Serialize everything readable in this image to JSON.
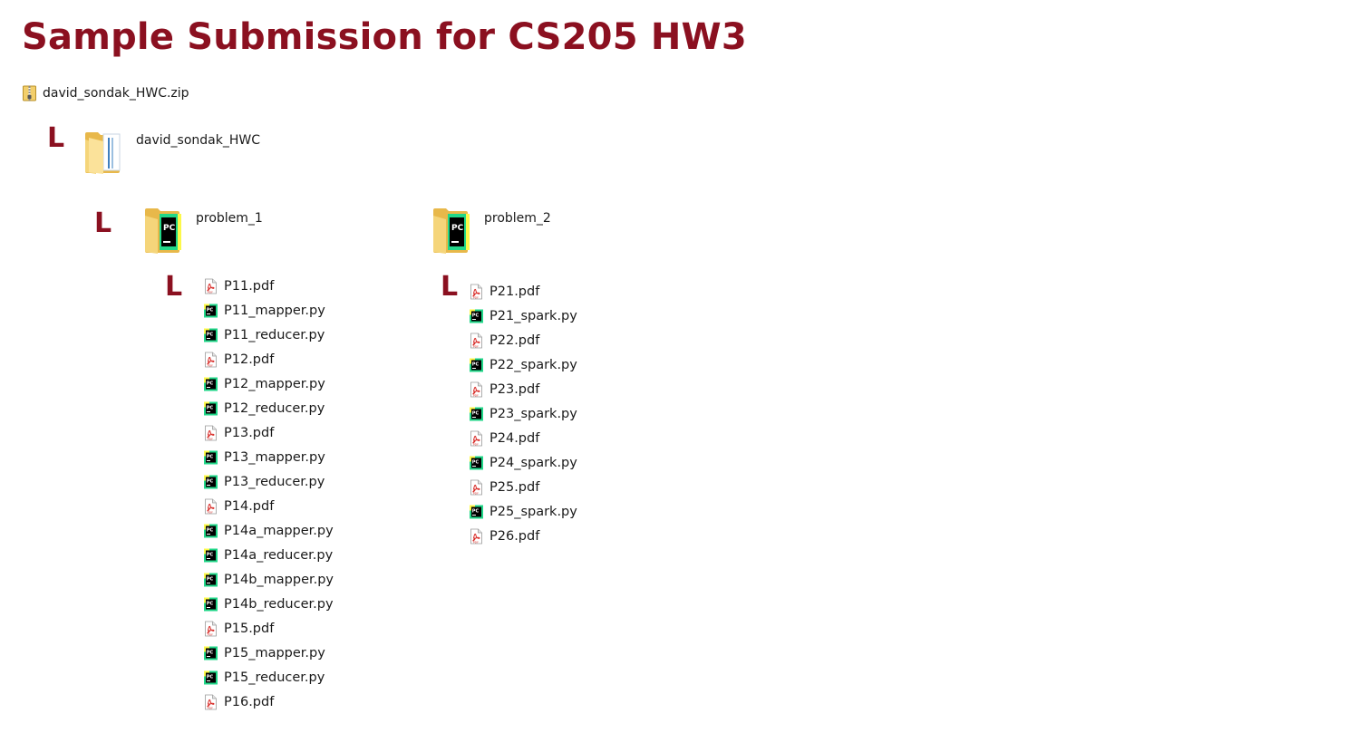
{
  "title": "Sample Submission for CS205 HW3",
  "tree_marker": "L",
  "zip": {
    "name": "david_sondak_HWC.zip",
    "icon": "zip-archive-icon"
  },
  "root_folder": {
    "name": "david_sondak_HWC",
    "icon": "folder-icon"
  },
  "subfolders": [
    {
      "name": "problem_1",
      "icon": "pycharm-folder-icon",
      "files": [
        {
          "name": "P11.pdf",
          "type": "pdf"
        },
        {
          "name": "P11_mapper.py",
          "type": "py"
        },
        {
          "name": "P11_reducer.py",
          "type": "py"
        },
        {
          "name": "P12.pdf",
          "type": "pdf"
        },
        {
          "name": "P12_mapper.py",
          "type": "py"
        },
        {
          "name": "P12_reducer.py",
          "type": "py"
        },
        {
          "name": "P13.pdf",
          "type": "pdf"
        },
        {
          "name": "P13_mapper.py",
          "type": "py"
        },
        {
          "name": "P13_reducer.py",
          "type": "py"
        },
        {
          "name": "P14.pdf",
          "type": "pdf"
        },
        {
          "name": "P14a_mapper.py",
          "type": "py"
        },
        {
          "name": "P14a_reducer.py",
          "type": "py"
        },
        {
          "name": "P14b_mapper.py",
          "type": "py"
        },
        {
          "name": "P14b_reducer.py",
          "type": "py"
        },
        {
          "name": "P15.pdf",
          "type": "pdf"
        },
        {
          "name": "P15_mapper.py",
          "type": "py"
        },
        {
          "name": "P15_reducer.py",
          "type": "py"
        },
        {
          "name": "P16.pdf",
          "type": "pdf"
        }
      ]
    },
    {
      "name": "problem_2",
      "icon": "pycharm-folder-icon",
      "files": [
        {
          "name": "P21.pdf",
          "type": "pdf"
        },
        {
          "name": "P21_spark.py",
          "type": "py"
        },
        {
          "name": "P22.pdf",
          "type": "pdf"
        },
        {
          "name": "P22_spark.py",
          "type": "py"
        },
        {
          "name": "P23.pdf",
          "type": "pdf"
        },
        {
          "name": "P23_spark.py",
          "type": "py"
        },
        {
          "name": "P24.pdf",
          "type": "pdf"
        },
        {
          "name": "P24_spark.py",
          "type": "py"
        },
        {
          "name": "P25.pdf",
          "type": "pdf"
        },
        {
          "name": "P25_spark.py",
          "type": "py"
        },
        {
          "name": "P26.pdf",
          "type": "pdf"
        }
      ]
    }
  ],
  "colors": {
    "accent": "#8b1020",
    "folder": "#f5d57a",
    "pdf_red": "#d9302c",
    "pycharm_green": "#21d789"
  }
}
